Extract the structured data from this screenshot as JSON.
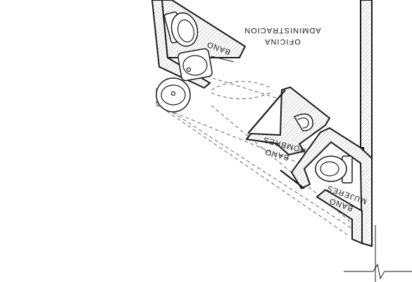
{
  "rooms": {
    "office": {
      "line1": "OFICINA",
      "line2": "ADMINISTRACION"
    },
    "bath_main": {
      "line1": "BANO"
    },
    "bath_men": {
      "line1": "BANO",
      "line2": "HOMBRES"
    },
    "bath_women": {
      "line1": "BANO",
      "line2": "MUJERES"
    }
  }
}
